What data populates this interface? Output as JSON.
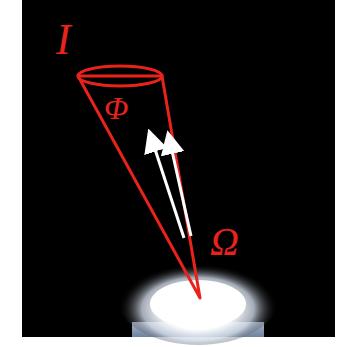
{
  "diagram": {
    "labels": [
      "I",
      "Φ",
      "Ω"
    ]
  }
}
